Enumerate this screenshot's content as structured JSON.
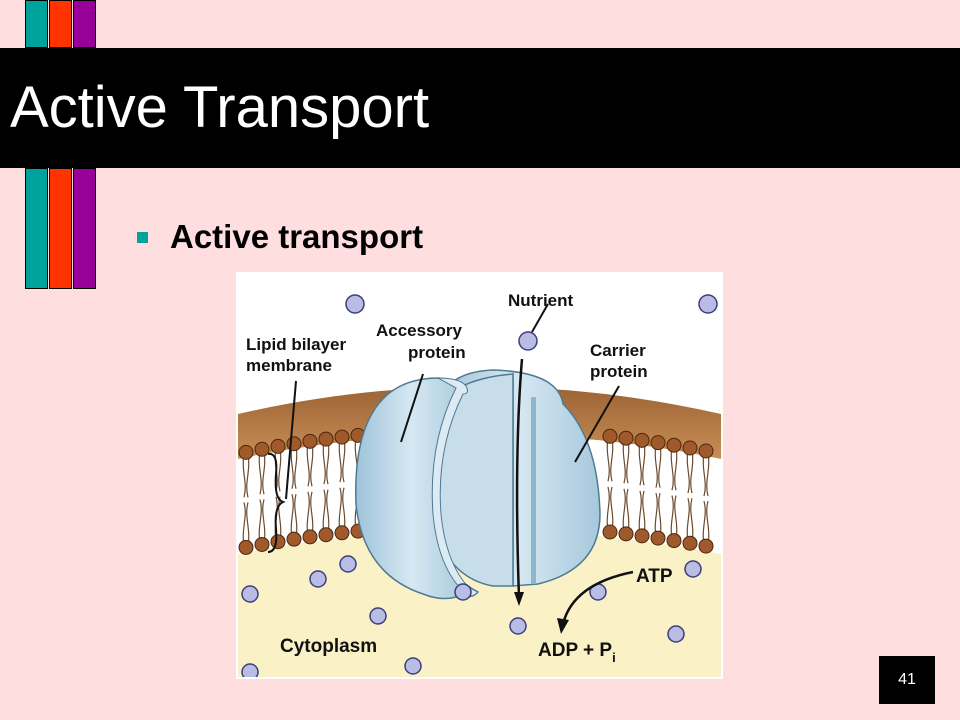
{
  "slide": {
    "title": "Active Transport",
    "bullet": "Active transport",
    "page_number": "41"
  },
  "colors": {
    "background": "#FFDEDF",
    "title_bar": "#000000",
    "stripe_teal": "#00A39B",
    "stripe_red": "#FF3300",
    "stripe_purple": "#990099",
    "bullet": "#00A39B",
    "cytoplasm": "#FBF1C6",
    "extracellular": "#FFFFFF",
    "membrane_band": "#B97C43",
    "lipid_head": "#A0592B",
    "protein": "#BCD8E8",
    "molecule": "#B9BCE4"
  },
  "figure": {
    "labels": {
      "nutrient": "Nutrient",
      "accessory_line1": "Accessory",
      "accessory_line2": "protein",
      "lipid_line1": "Lipid bilayer",
      "lipid_line2": "membrane",
      "carrier_line1": "Carrier",
      "carrier_line2": "protein",
      "atp": "ATP",
      "adp": "ADP + P",
      "adp_sub": "i",
      "cytoplasm": "Cytoplasm"
    }
  }
}
